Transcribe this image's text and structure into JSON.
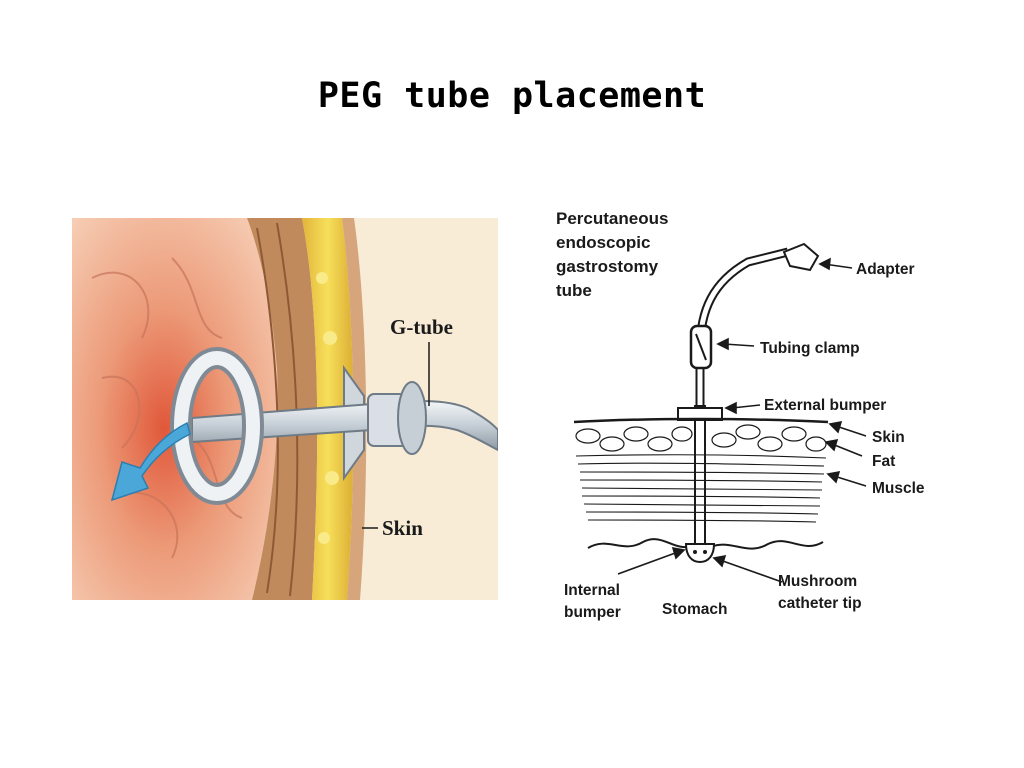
{
  "slide": {
    "title": "PEG tube placement"
  },
  "left_illustration": {
    "labels": {
      "g_tube": "G-tube",
      "skin": "Skin"
    }
  },
  "right_diagram": {
    "title_lines": [
      "Percutaneous",
      "endoscopic",
      "gastrostomy",
      "tube"
    ],
    "labels": {
      "adapter": "Adapter",
      "tubing_clamp": "Tubing clamp",
      "external_bumper": "External bumper",
      "skin": "Skin",
      "fat": "Fat",
      "muscle": "Muscle",
      "mushroom_line1": "Mushroom",
      "mushroom_line2": "catheter tip",
      "internal_line1": "Internal",
      "internal_line2": "bumper",
      "stomach": "Stomach"
    }
  }
}
